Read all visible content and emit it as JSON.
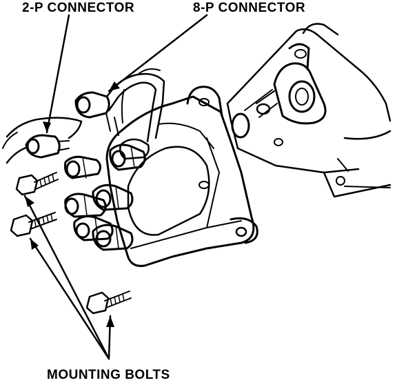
{
  "labels": {
    "two_pin_connector": "2-P CONNECTOR",
    "eight_pin_connector": "8-P CONNECTOR",
    "mounting_bolts": "MOUNTING BOLTS"
  },
  "colors": {
    "ink": "#000000",
    "paper": "#ffffff"
  }
}
